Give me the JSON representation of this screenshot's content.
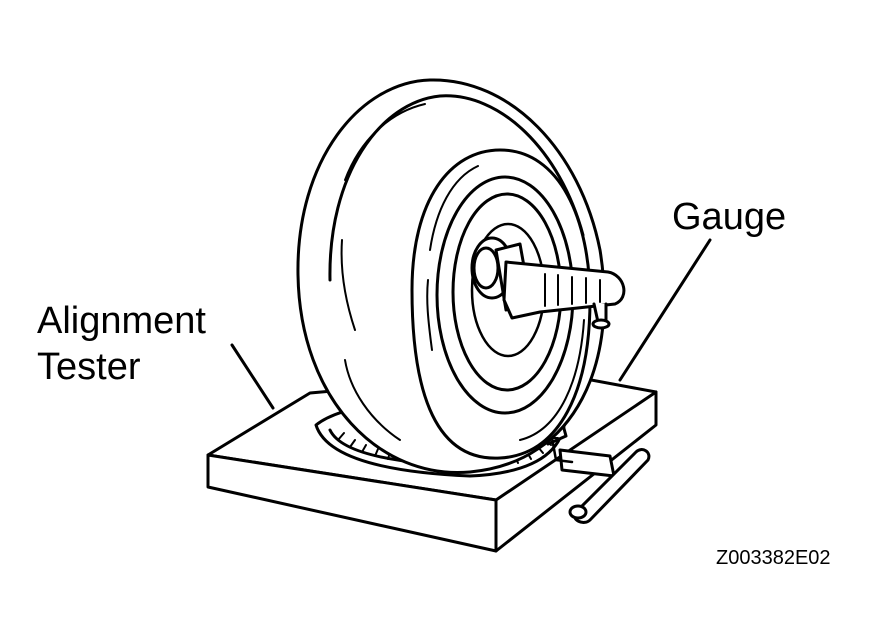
{
  "labels": {
    "gauge": "Gauge",
    "tester_line1": "Alignment",
    "tester_line2": "Tester"
  },
  "figure_code": "Z003382E02",
  "colors": {
    "ink": "#000000",
    "paper": "#ffffff"
  }
}
